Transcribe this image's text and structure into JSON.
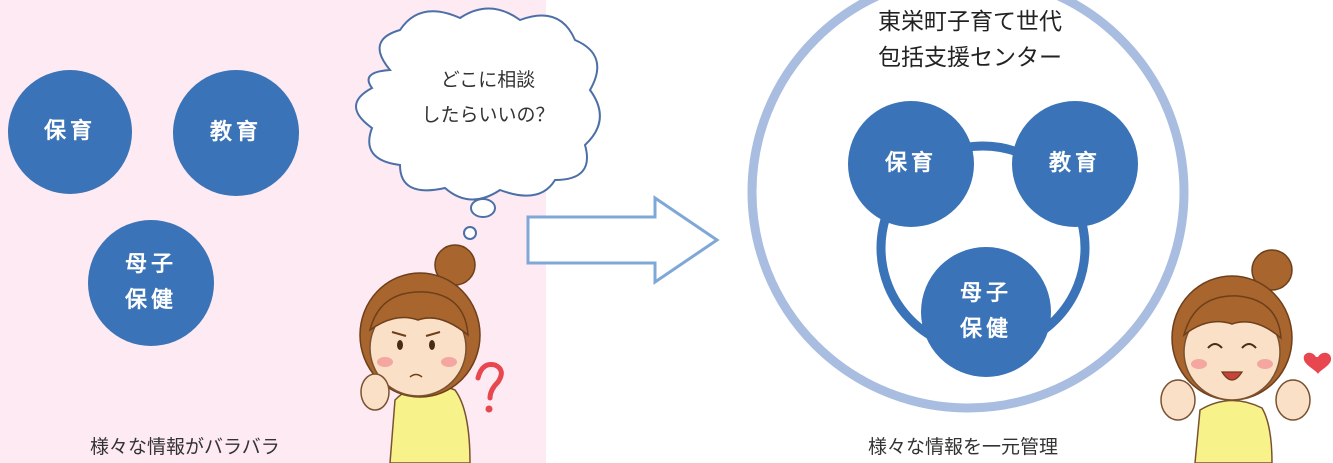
{
  "left_panel": {
    "circles": {
      "childcare": "保育",
      "education": "教育",
      "maternal_line1": "母子",
      "maternal_line2": "保健"
    },
    "speech_bubble": {
      "line1": "どこに相談",
      "line2": "したらいいの？"
    },
    "caption": "様々な情報がバラバラ"
  },
  "right_panel": {
    "center_name": {
      "line1": "東栄町子育て世代",
      "line2": "包括支援センター"
    },
    "circles": {
      "childcare": "保育",
      "education": "教育",
      "maternal_line1": "母子",
      "maternal_line2": "保健"
    },
    "caption": "様々な情報を一元管理"
  },
  "colors": {
    "left_background": "#fdeaf2",
    "circle_fill": "#3a73b7",
    "ring": "#a9bde0",
    "arrow_stroke": "#7fa7d8"
  },
  "icons": {
    "arrow": "right-arrow-icon",
    "confused_person": "confused-girl-icon",
    "happy_person": "happy-girl-icon",
    "question_mark": "question-mark-icon",
    "heart": "heart-icon"
  }
}
